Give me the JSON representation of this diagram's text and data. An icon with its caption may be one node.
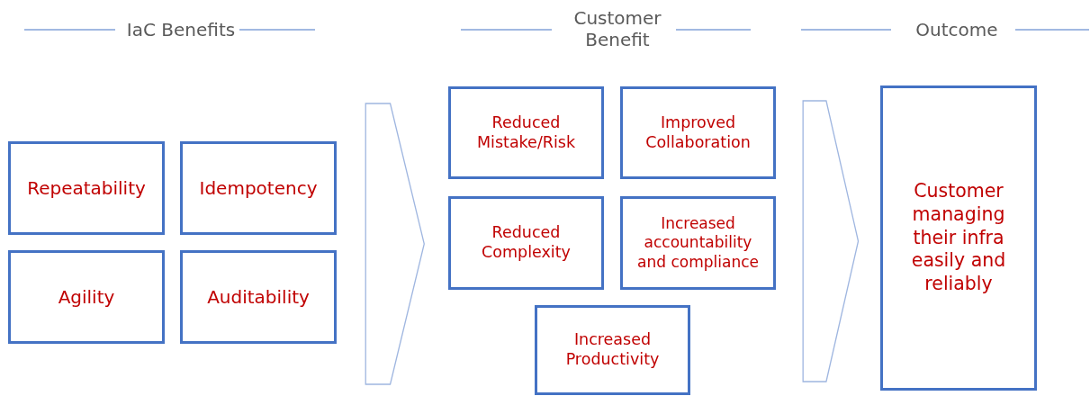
{
  "diagram": {
    "nodes": [
      {
        "text": [
          "Repeatability"
        ]
      },
      {
        "text": [
          "Idempotency"
        ]
      },
      {
        "text": [
          "Agility"
        ]
      },
      {
        "text": [
          "Auditability"
        ]
      },
      {
        "text": [
          "Reduced Mistake/Risk"
        ]
      },
      {
        "text": [
          "Improved Collaboration"
        ]
      },
      {
        "text": [
          "Reduced Complexity"
        ]
      },
      {
        "text": [
          "Increased accountability and compliance"
        ]
      },
      {
        "text": [
          "Increased Productivity"
        ]
      },
      {
        "text": [
          "Customer managing their infra easily and reliably"
        ]
      }
    ],
    "edges": [
      {
        "from": 3,
        "to": 6,
        "arrow": "to"
      },
      {
        "from": 7,
        "to": 9,
        "arrow": "to"
      }
    ],
    "labels": [
      "IaC Benefits",
      "Customer Benefit",
      "Outcome"
    ]
  }
}
